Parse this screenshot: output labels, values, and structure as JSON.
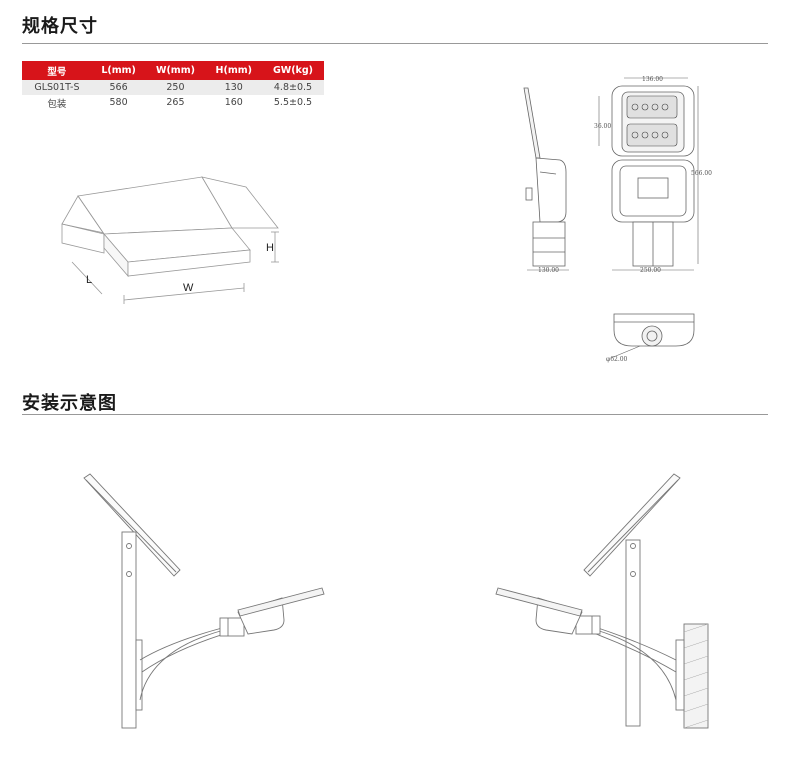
{
  "specs": {
    "title": "规格尺寸",
    "table": {
      "headers": [
        "型号",
        "L(mm)",
        "W(mm)",
        "H(mm)",
        "GW(kg)"
      ],
      "rows": [
        [
          "GLS01T-S",
          "566",
          "250",
          "130",
          "4.8±0.5"
        ],
        [
          "包装",
          "580",
          "265",
          "160",
          "5.5±0.5"
        ]
      ]
    },
    "box_labels": {
      "h": "H",
      "l": "L",
      "w": "W"
    },
    "drawing_dims": {
      "top_width": "136.00",
      "module_height": "36.00",
      "length": "566.00",
      "side_width": "130.00",
      "body_width": "250.00",
      "pole_dia": "φ62.00"
    }
  },
  "install": {
    "title": "安装示意图"
  },
  "colors": {
    "accent": "#d7141a",
    "line": "#555555"
  }
}
